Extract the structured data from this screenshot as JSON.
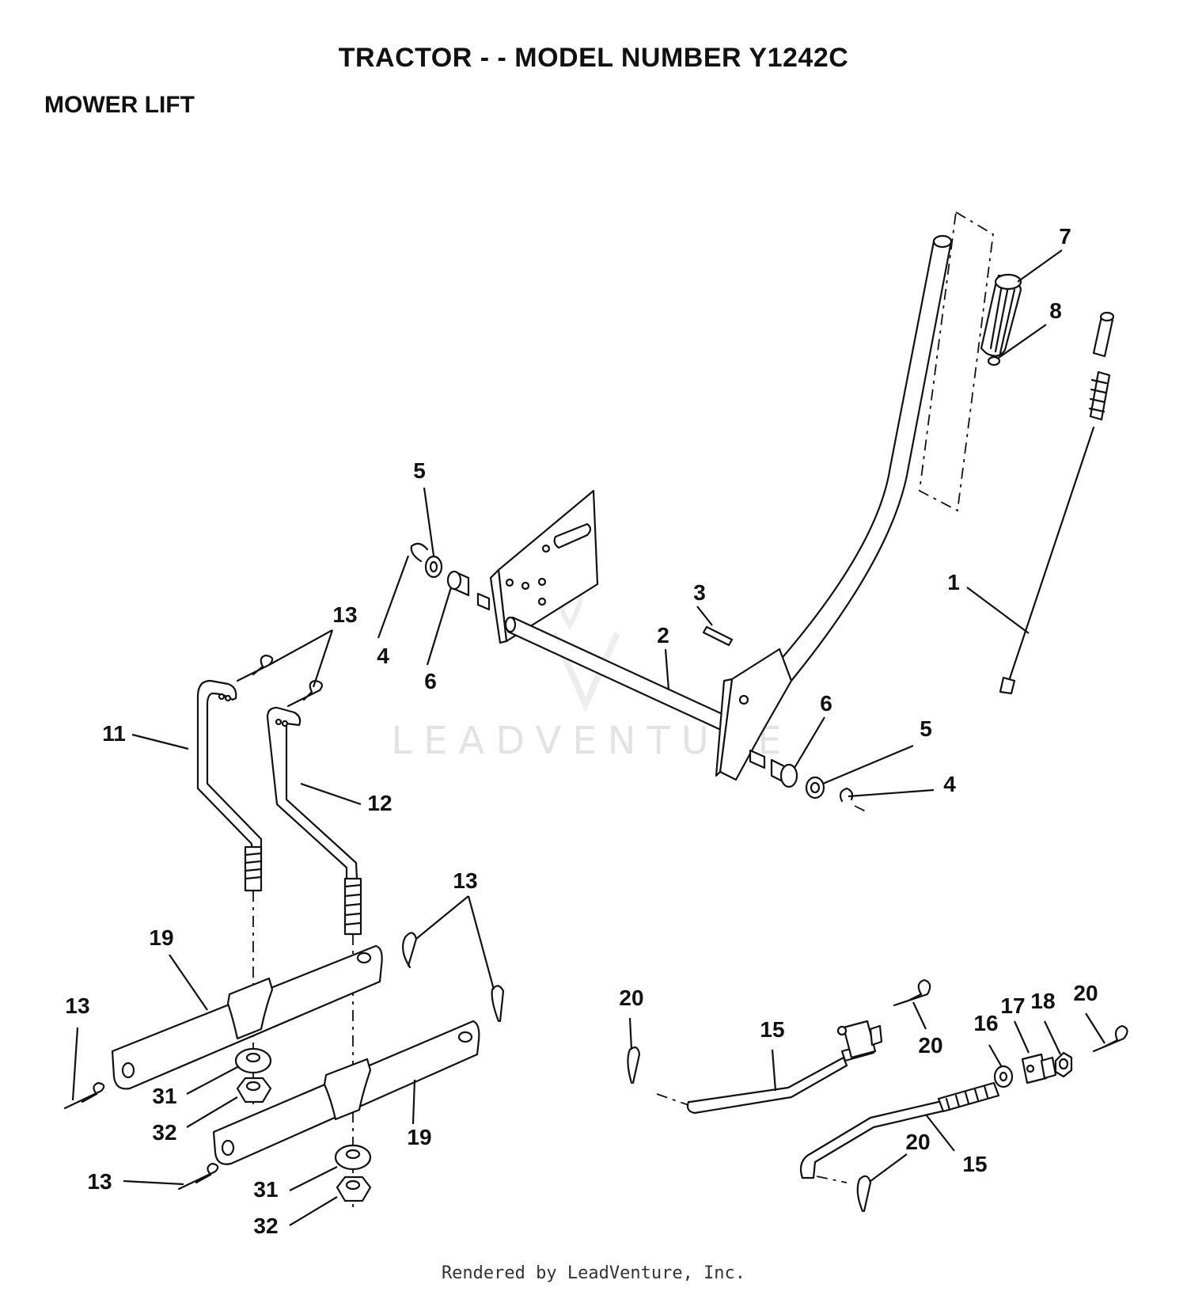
{
  "header": {
    "title": "TRACTOR - - MODEL NUMBER Y1242C",
    "section": "MOWER LIFT"
  },
  "watermark": "LEADVENTURE",
  "footer": "Rendered by LeadVenture, Inc.",
  "callouts": {
    "c1": "1",
    "c2": "2",
    "c3": "3",
    "c4a": "4",
    "c4b": "4",
    "c5a": "5",
    "c5b": "5",
    "c6a": "6",
    "c6b": "6",
    "c7": "7",
    "c8": "8",
    "c11": "11",
    "c12": "12",
    "c13a": "13",
    "c13b": "13",
    "c13c": "13",
    "c13d": "13",
    "c15a": "15",
    "c15b": "15",
    "c16": "16",
    "c17": "17",
    "c18": "18",
    "c19a": "19",
    "c19b": "19",
    "c20a": "20",
    "c20b": "20",
    "c20c": "20",
    "c20d": "20",
    "c31a": "31",
    "c31b": "31",
    "c32a": "32",
    "c32b": "32"
  }
}
